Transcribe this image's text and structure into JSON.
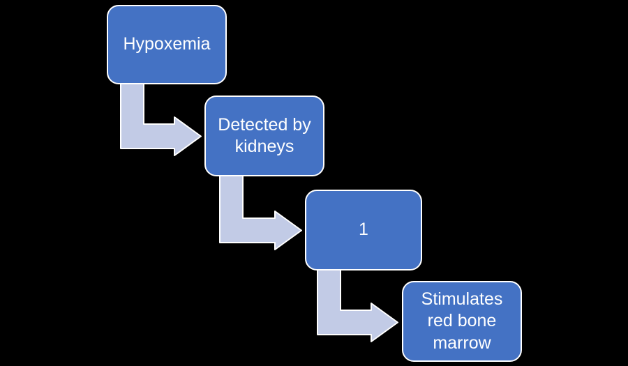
{
  "diagram": {
    "type": "step-down-process-flowchart",
    "nodes": [
      {
        "label": "Hypoxemia"
      },
      {
        "label": "Detected by\nkidneys"
      },
      {
        "label": "1"
      },
      {
        "label": "Stimulates\nred bone\nmarrow"
      }
    ],
    "connections": [
      {
        "from": "Hypoxemia",
        "to": "Detected by kidneys"
      },
      {
        "from": "Detected by kidneys",
        "to": "1"
      },
      {
        "from": "1",
        "to": "Stimulates red bone marrow"
      }
    ],
    "colors": {
      "node_fill": "#4472C4",
      "node_border": "#FFFFFF",
      "node_text": "#FFFFFF",
      "arrow_fill": "#C2CBE6",
      "arrow_border": "#FFFFFF",
      "background": "#000000"
    }
  }
}
